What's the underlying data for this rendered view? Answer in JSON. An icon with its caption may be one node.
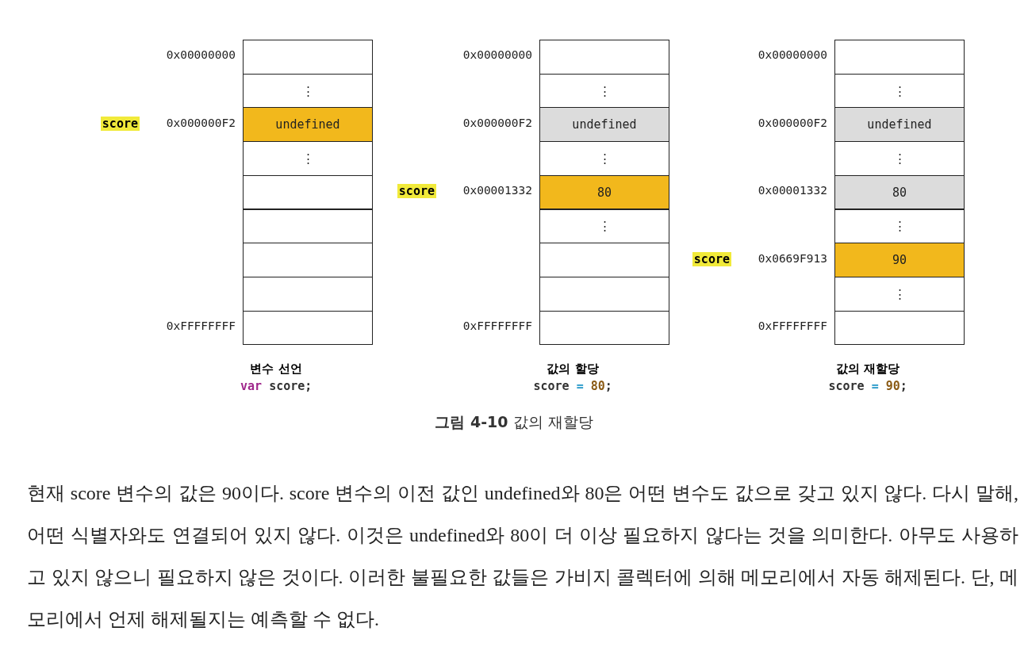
{
  "diagram": {
    "caption": "**그림 4-10** 값의 재할당",
    "nodes": [
      {
        "text": [],
        "shape": "box",
        "beside": [
          "0x00000000"
        ]
      },
      {
        "text": [
          "⋮"
        ]
      },
      {
        "text": [
          "undefined"
        ],
        "beside": [
          "score",
          "0x000000F2"
        ]
      },
      {
        "text": [
          "⋮"
        ]
      },
      {
        "text": [],
        "shape": "box"
      },
      {
        "text": [],
        "shape": "box"
      },
      {
        "text": [],
        "shape": "box"
      },
      {
        "text": [],
        "shape": "box"
      },
      {
        "text": [],
        "shape": "box",
        "beside": [
          "0xFFFFFFFF"
        ]
      },
      {
        "text": [],
        "shape": "box",
        "beside": [
          "0x00000000"
        ]
      },
      {
        "text": [
          "⋮"
        ]
      },
      {
        "text": [
          "undefined"
        ],
        "beside": [
          "0x000000F2"
        ]
      },
      {
        "text": [
          "⋮"
        ]
      },
      {
        "text": [
          "80"
        ],
        "beside": [
          "score",
          "0x00001332"
        ]
      },
      {
        "text": [
          "⋮"
        ]
      },
      {
        "text": [],
        "shape": "box"
      },
      {
        "text": [],
        "shape": "box"
      },
      {
        "text": [],
        "shape": "box",
        "beside": [
          "0xFFFFFFFF"
        ]
      },
      {
        "text": [],
        "shape": "box",
        "beside": [
          "0x00000000"
        ]
      },
      {
        "text": [
          "⋮"
        ]
      },
      {
        "text": [
          "undefined"
        ],
        "beside": [
          "0x000000F2"
        ]
      },
      {
        "text": [
          "⋮"
        ]
      },
      {
        "text": [
          "80"
        ],
        "beside": [
          "0x00001332"
        ]
      },
      {
        "text": [
          "⋮"
        ]
      },
      {
        "text": [
          "90"
        ],
        "beside": [
          "score",
          "0x0669F913"
        ]
      },
      {
        "text": [
          "⋮"
        ]
      },
      {
        "text": [],
        "shape": "box",
        "beside": [
          "0xFFFFFFFF"
        ]
      }
    ],
    "labels": [
      "변수 선언",
      "var score;",
      "값의 할당",
      "score = 80;",
      "값의 재할당",
      "score = 90;",
      "현재 score 변수의 값은 90이다. score 변수의 이전 값인 undefined와 80은 어떤 변수도 값으로 갖고 있지 않다. 다시 말해, 어떤 식별자와도 연결되어 있지 않다. 이것은 undefined와 80이 더 이상 필요하지 않다는 것을 의미한다. 아무도 사용하고 있지 않으니 필요하지 않은 것이다. 이러한 불필요한 값들은 가비지 콜렉터에 의해 메모리에서 자동 해제된다. 단, 메모리에서 언제 해제될지는 예측할 수 없다."
    ]
  }
}
